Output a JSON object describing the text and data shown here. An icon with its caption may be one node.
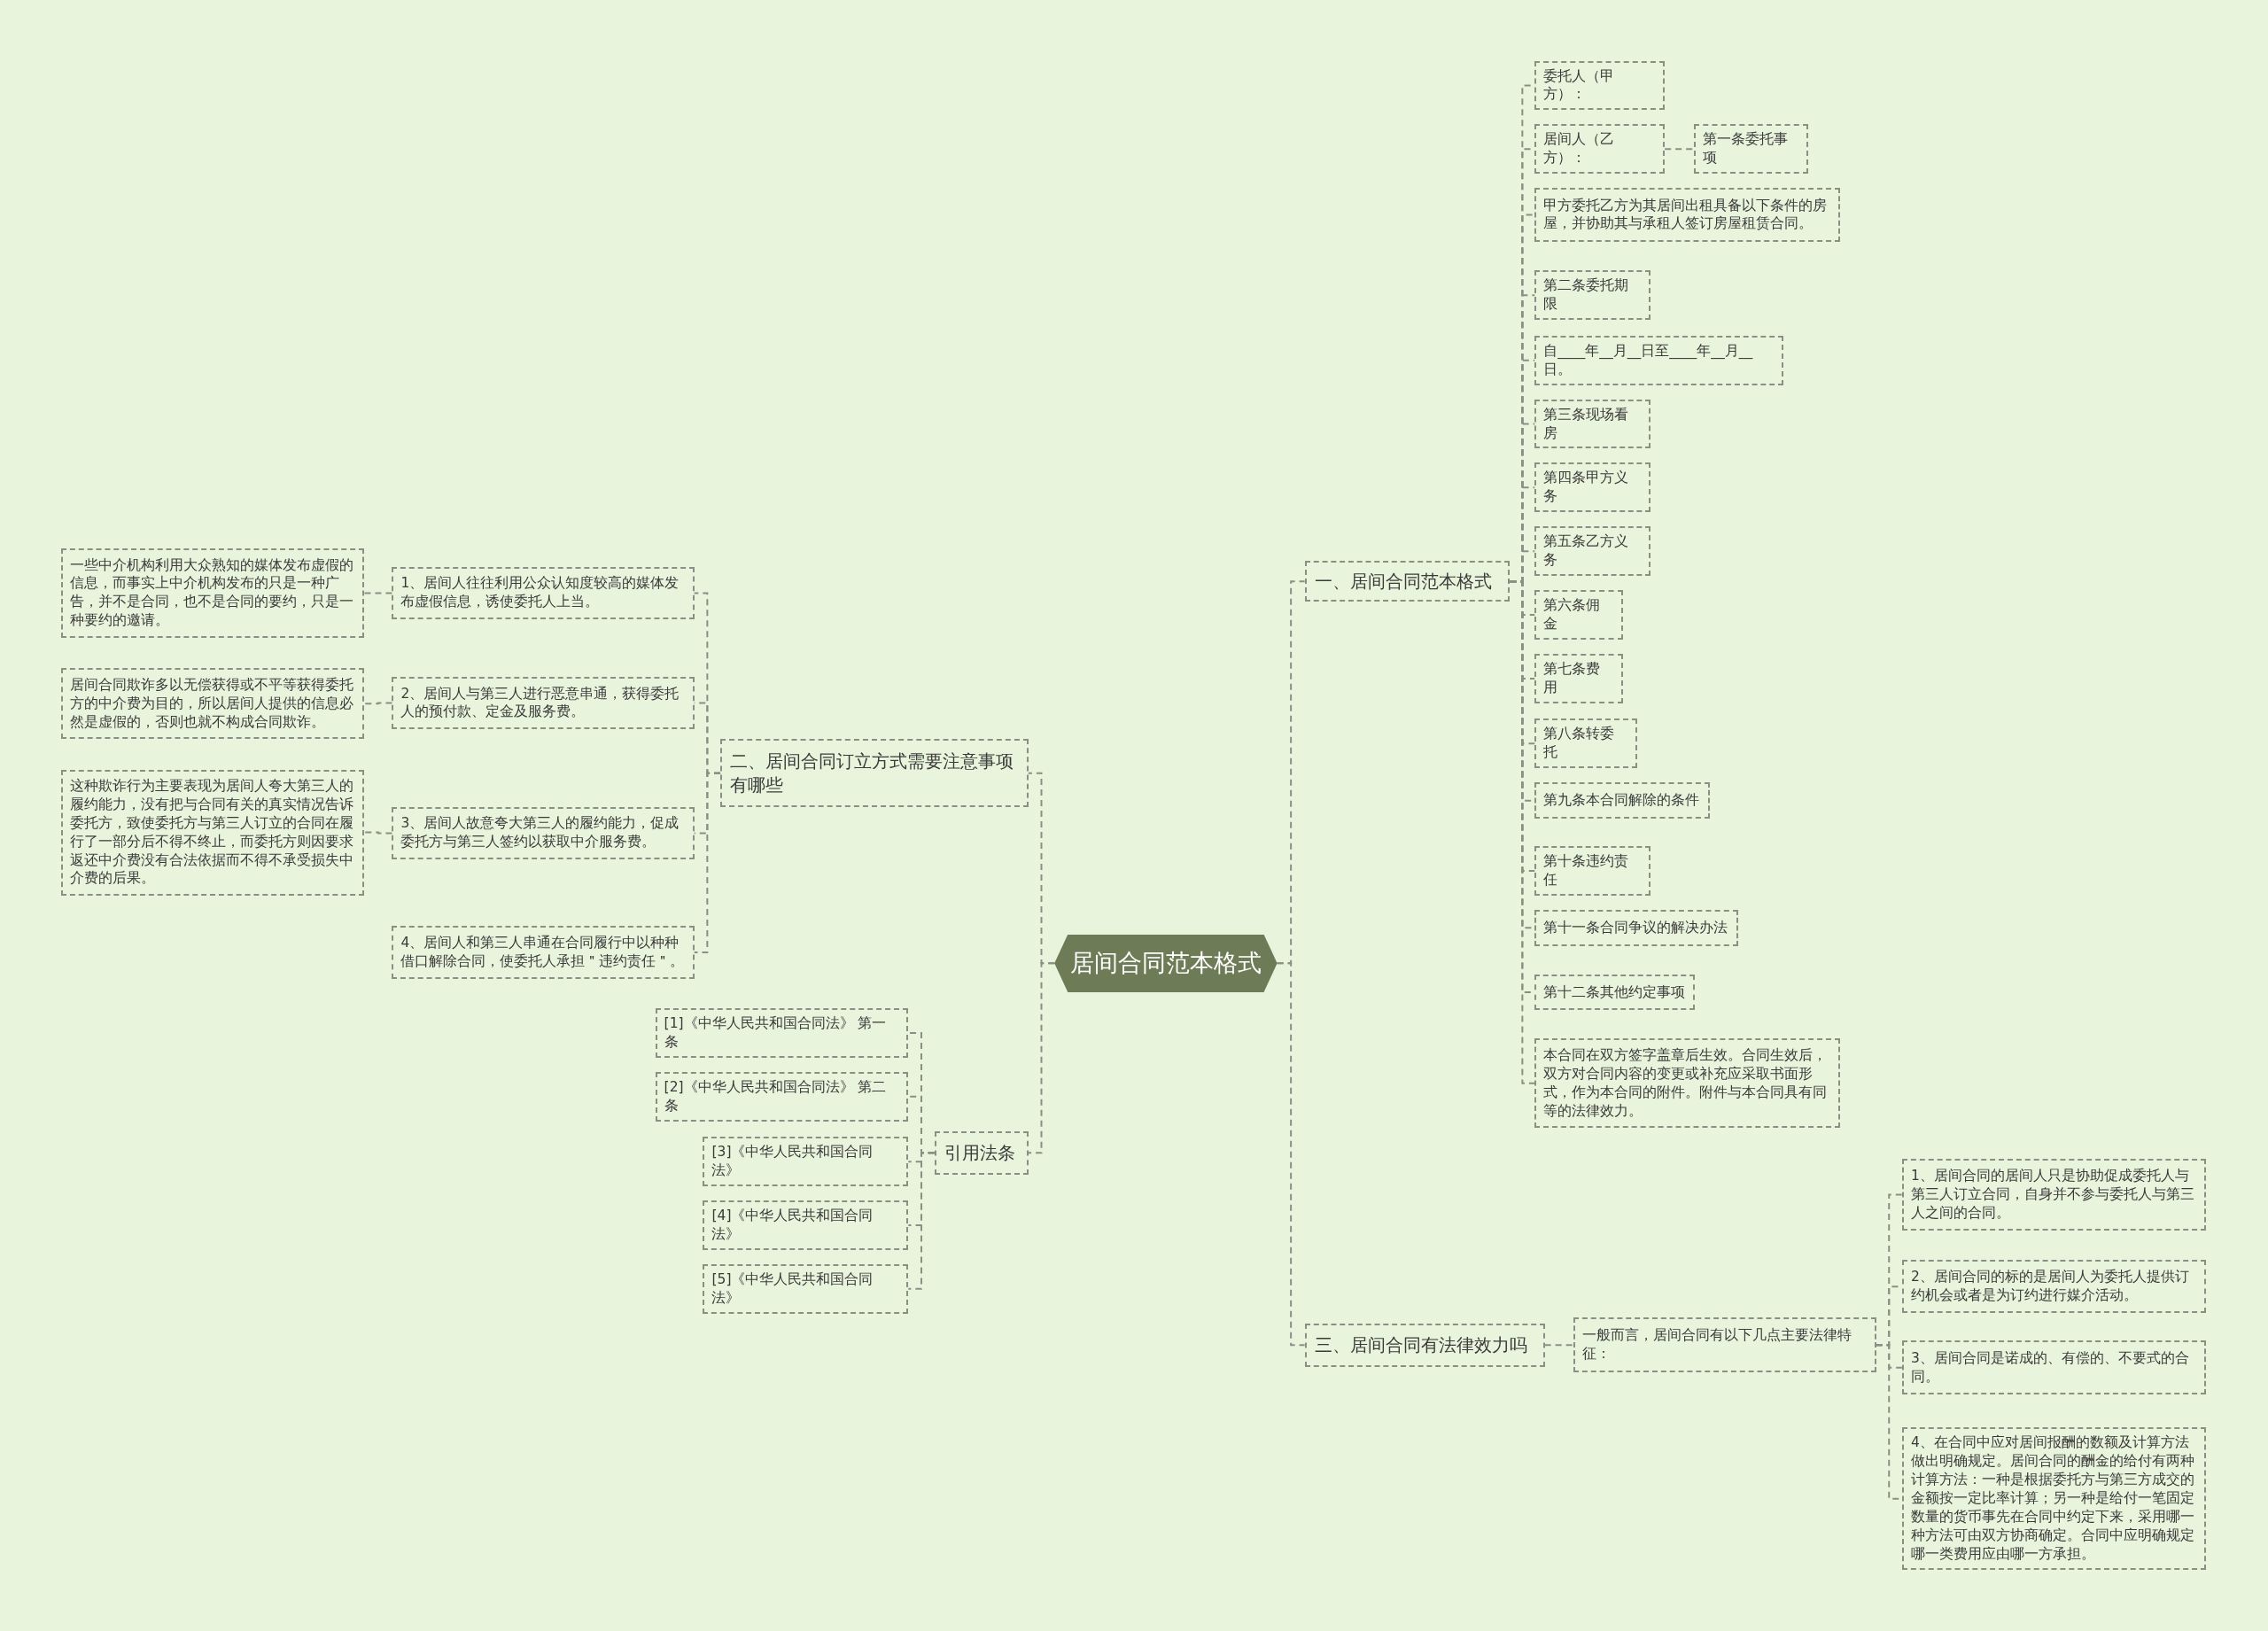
{
  "diagram": {
    "nodes": [
      {
        "text": [
          "居间合同范本格式"
        ]
      },
      {
        "text": [
          "一、居间合同范本格式"
        ]
      },
      {
        "text": [
          "委托人（甲方）："
        ]
      },
      {
        "text": [
          "居间人（乙方）："
        ]
      },
      {
        "text": [
          "第一条委托事项"
        ]
      },
      {
        "text": [
          "甲方委托乙方为其居间出租具备以下条件的房屋，并协助其与承租人签订房屋租赁合同。"
        ]
      },
      {
        "text": [
          "第二条委托期限"
        ]
      },
      {
        "text": [
          "自____年__月__日至____年__月__日。"
        ]
      },
      {
        "text": [
          "第三条现场看房"
        ]
      },
      {
        "text": [
          "第四条甲方义务"
        ]
      },
      {
        "text": [
          "第五条乙方义务"
        ]
      },
      {
        "text": [
          "第六条佣金"
        ]
      },
      {
        "text": [
          "第七条费用"
        ]
      },
      {
        "text": [
          "第八条转委托"
        ]
      },
      {
        "text": [
          "第九条本合同解除的条件"
        ]
      },
      {
        "text": [
          "第十条违约责任"
        ]
      },
      {
        "text": [
          "第十一条合同争议的解决办法"
        ]
      },
      {
        "text": [
          "第十二条其他约定事项"
        ]
      },
      {
        "text": [
          "本合同在双方签字盖章后生效。合同生效后，双方对合同内容的变更或补充应采取书面形式，作为本合同的附件。附件与本合同具有同等的法律效力。"
        ]
      },
      {
        "text": [
          "三、居间合同有法律效力吗"
        ]
      },
      {
        "text": [
          "一般而言，居间合同有以下几点主要法律特征："
        ]
      },
      {
        "text": [
          "1、居间合同的居间人只是协助促成委托人与第三人订立合同，自身并不参与委托人与第三人之间的合同。"
        ]
      },
      {
        "text": [
          "2、居间合同的标的是居间人为委托人提供订约机会或者是为订约进行媒介活动。"
        ]
      },
      {
        "text": [
          "3、居间合同是诺成的、有偿的、不要式的合同。"
        ]
      },
      {
        "text": [
          "4、在合同中应对居间报酬的数额及计算方法做出明确规定。居间合同的酬金的给付有两种计算方法：一种是根据委托方与第三方成交的金额按一定比率计算；另一种是给付一笔固定数量的货币事先在合同中约定下来，采用哪一种方法可由双方协商确定。合同中应明确规定哪一类费用应由哪一方承担。"
        ]
      },
      {
        "text": [
          "二、居间合同订立方式需要注意事项有哪些"
        ]
      },
      {
        "text": [
          "1、居间人往往利用公众认知度较高的媒体发布虚假信息，诱使委托人上当。"
        ]
      },
      {
        "text": [
          "一些中介机构利用大众熟知的媒体发布虚假的信息，而事实上中介机构发布的只是一种广告，并不是合同，也不是合同的要约，只是一种要约的邀请。"
        ]
      },
      {
        "text": [
          "2、居间人与第三人进行恶意串通，获得委托人的预付款、定金及服务费。"
        ]
      },
      {
        "text": [
          "居间合同欺诈多以无偿获得或不平等获得委托方的中介费为目的，所以居间人提供的信息必然是虚假的，否则也就不构成合同欺诈。"
        ]
      },
      {
        "text": [
          "3、居间人故意夸大第三人的履约能力，促成委托方与第三人签约以获取中介服务费。"
        ]
      },
      {
        "text": [
          "这种欺诈行为主要表现为居间人夸大第三人的履约能力，没有把与合同有关的真实情况告诉委托方，致使委托方与第三人订立的合同在履行了一部分后不得不终止，而委托方则因要求返还中介费没有合法依据而不得不承受损失中介费的后果。"
        ]
      },
      {
        "text": [
          "4、居间人和第三人串通在合同履行中以种种借口解除合同，使委托人承担＂违约责任＂。"
        ]
      },
      {
        "text": [
          "引用法条"
        ]
      },
      {
        "text": [
          "[1]《中华人民共和国合同法》 第一条"
        ]
      },
      {
        "text": [
          "[2]《中华人民共和国合同法》 第二条"
        ]
      },
      {
        "text": [
          "[3]《中华人民共和国合同法》"
        ]
      },
      {
        "text": [
          "[4]《中华人民共和国合同法》"
        ]
      },
      {
        "text": [
          "[5]《中华人民共和国合同法》"
        ]
      }
    ],
    "edges": [
      {
        "from": 0,
        "to": 1,
        "arrow": "none"
      },
      {
        "from": 1,
        "to": 2,
        "arrow": "none"
      },
      {
        "from": 1,
        "to": 3,
        "arrow": "none"
      },
      {
        "from": 3,
        "to": 4,
        "arrow": "none"
      },
      {
        "from": 1,
        "to": 5,
        "arrow": "none"
      },
      {
        "from": 1,
        "to": 6,
        "arrow": "none"
      },
      {
        "from": 1,
        "to": 7,
        "arrow": "none"
      },
      {
        "from": 1,
        "to": 8,
        "arrow": "none"
      },
      {
        "from": 1,
        "to": 9,
        "arrow": "none"
      },
      {
        "from": 1,
        "to": 10,
        "arrow": "none"
      },
      {
        "from": 1,
        "to": 11,
        "arrow": "none"
      },
      {
        "from": 1,
        "to": 12,
        "arrow": "none"
      },
      {
        "from": 1,
        "to": 13,
        "arrow": "none"
      },
      {
        "from": 1,
        "to": 14,
        "arrow": "none"
      },
      {
        "from": 1,
        "to": 15,
        "arrow": "none"
      },
      {
        "from": 1,
        "to": 16,
        "arrow": "none"
      },
      {
        "from": 1,
        "to": 17,
        "arrow": "none"
      },
      {
        "from": 1,
        "to": 18,
        "arrow": "none"
      },
      {
        "from": 0,
        "to": 19,
        "arrow": "none"
      },
      {
        "from": 19,
        "to": 20,
        "arrow": "none"
      },
      {
        "from": 20,
        "to": 21,
        "arrow": "none"
      },
      {
        "from": 20,
        "to": 22,
        "arrow": "none"
      },
      {
        "from": 20,
        "to": 23,
        "arrow": "none"
      },
      {
        "from": 20,
        "to": 24,
        "arrow": "none"
      },
      {
        "from": 0,
        "to": 25,
        "arrow": "none"
      },
      {
        "from": 25,
        "to": 26,
        "arrow": "none"
      },
      {
        "from": 26,
        "to": 27,
        "arrow": "none"
      },
      {
        "from": 25,
        "to": 28,
        "arrow": "none"
      },
      {
        "from": 28,
        "to": 29,
        "arrow": "none"
      },
      {
        "from": 25,
        "to": 30,
        "arrow": "none"
      },
      {
        "from": 30,
        "to": 31,
        "arrow": "none"
      },
      {
        "from": 25,
        "to": 32,
        "arrow": "none"
      },
      {
        "from": 0,
        "to": 33,
        "arrow": "none"
      },
      {
        "from": 33,
        "to": 34,
        "arrow": "none"
      },
      {
        "from": 33,
        "to": 35,
        "arrow": "none"
      },
      {
        "from": 33,
        "to": 36,
        "arrow": "none"
      },
      {
        "from": 33,
        "to": 37,
        "arrow": "none"
      },
      {
        "from": 33,
        "to": 38,
        "arrow": "none"
      }
    ]
  }
}
